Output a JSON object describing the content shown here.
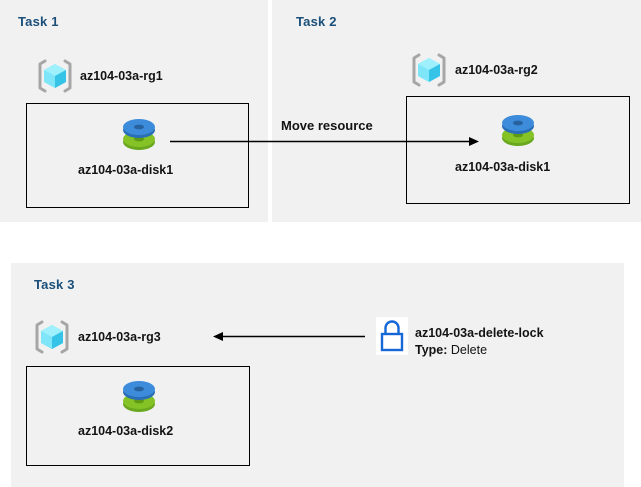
{
  "diagram": {
    "title_color": "#1a4f7a",
    "panel_bg": "#f1f1f1",
    "page_bg": "#ffffff",
    "line_color": "#000000",
    "lock_color": "#1566d6",
    "disk_top_color": "#3b8de0",
    "disk_bottom_color": "#7cbb2d",
    "cube_color": "#4fd6f5"
  },
  "tasks": [
    {
      "label": "Task 1",
      "resource_group": "az104-03a-rg1",
      "resource": "az104-03a-disk1"
    },
    {
      "label": "Task 2",
      "resource_group": "az104-03a-rg2",
      "resource": "az104-03a-disk1"
    },
    {
      "label": "Task 3",
      "resource_group": "az104-03a-rg3",
      "resource": "az104-03a-disk2"
    }
  ],
  "connectors": {
    "move_label": "Move resource",
    "lock_name": "az104-03a-delete-lock",
    "lock_type_key": "Type:",
    "lock_type_value": "Delete"
  },
  "icons": {
    "resource_group": "resource-group-icon",
    "disk": "managed-disk-icon",
    "lock": "lock-icon"
  }
}
